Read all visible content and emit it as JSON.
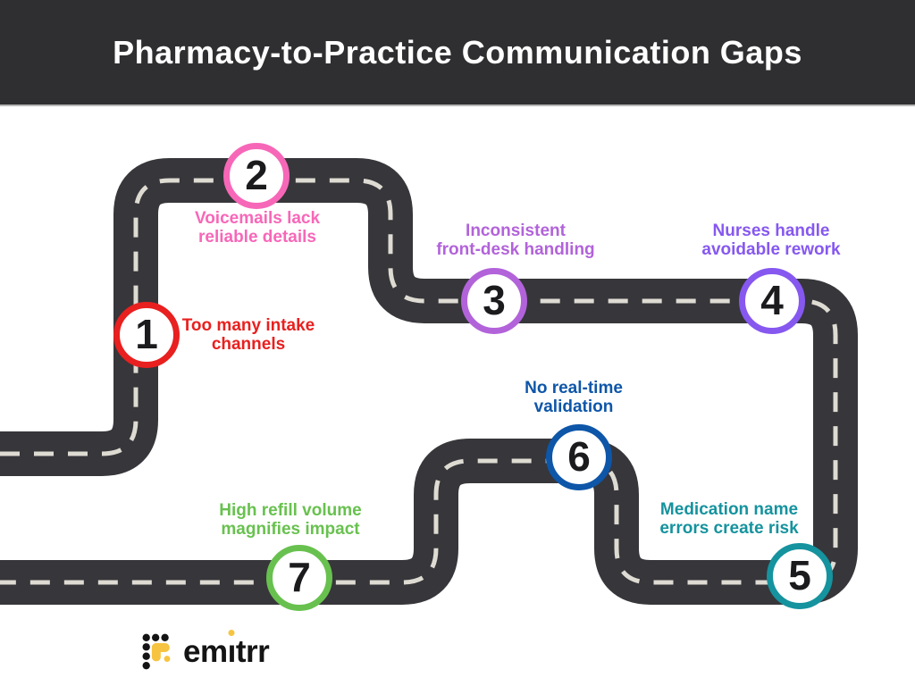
{
  "header": {
    "title": "Pharmacy-to-Practice Communication Gaps",
    "bg": "#2f2f31",
    "text_color": "#ffffff"
  },
  "road": {
    "color": "#37363a",
    "dash_color": "#dedbd3"
  },
  "milestones": [
    {
      "number": "1",
      "label": "Too many intake\nchannels",
      "color": "#e8201f"
    },
    {
      "number": "2",
      "label": "Voicemails lack\nreliable details",
      "color": "#f767b8"
    },
    {
      "number": "3",
      "label": "Inconsistent\nfront-desk handling",
      "color": "#b263da"
    },
    {
      "number": "4",
      "label": "Nurses handle\navoidable rework",
      "color": "#8658f0"
    },
    {
      "number": "5",
      "label": "Medication name\nerrors create risk",
      "color": "#15939e"
    },
    {
      "number": "6",
      "label": "No real-time\nvalidation",
      "color": "#0e56a8"
    },
    {
      "number": "7",
      "label": "High refill volume\nmagnifies impact",
      "color": "#68c14f"
    }
  ],
  "number_color": "#1b1b1e",
  "footer": {
    "logo": {
      "text": "emitrr",
      "part_start": "em",
      "part_i": "ı",
      "part_end": "trr",
      "text_color": "#141414",
      "accent_color": "#f6c440"
    }
  }
}
